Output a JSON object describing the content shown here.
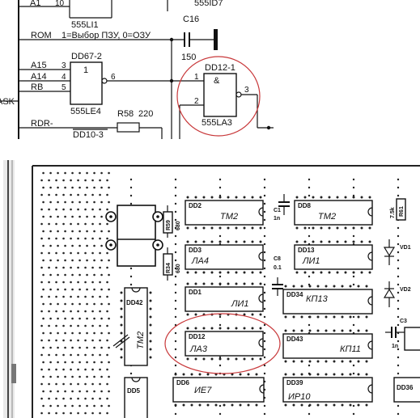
{
  "schematic": {
    "top_signal": "A1",
    "top_pin": "10",
    "top_part": "555LI1",
    "top_right_part": "555ID7",
    "rom_label": "ROM",
    "rom_note": "1=Выбор ПЗУ, 0=ОЗУ",
    "cap_name": "C16",
    "cap_value": "150",
    "gate1_ref": "DD67-2",
    "gate1_sym": "1",
    "gate1_part": "555LE4",
    "gate1_inputs": [
      {
        "label": "A15",
        "pin": "3"
      },
      {
        "label": "A14",
        "pin": "4"
      },
      {
        "label": "RB",
        "pin": "5"
      }
    ],
    "gate1_out_pin": "6",
    "gate2_ref": "DD12-1",
    "gate2_sym": "&",
    "gate2_part": "555LA3",
    "gate2_in_pins": [
      "1",
      "2"
    ],
    "gate2_out_pin": "3",
    "left_cut_label": "ASK",
    "rdr_label": "RDR-",
    "res_name": "R58",
    "res_value": "220",
    "dd103_label": "DD10-3"
  },
  "board": {
    "chips": [
      {
        "ref": "DD2",
        "type": "ТМ2"
      },
      {
        "ref": "DD8",
        "type": "ТМ2"
      },
      {
        "ref": "DD3",
        "type": "ЛА4"
      },
      {
        "ref": "DD13",
        "type": "ЛИ1"
      },
      {
        "ref": "DD1",
        "type": "ЛИ1"
      },
      {
        "ref": "DD34",
        "type": "КП13"
      },
      {
        "ref": "DD12",
        "type": "ЛА3"
      },
      {
        "ref": "DD43",
        "type": "КП11"
      },
      {
        "ref": "DD6",
        "type": "ИЕ7"
      },
      {
        "ref": "DD39",
        "type": "ИР10"
      },
      {
        "ref": "DD42",
        "type": "ТМ2"
      },
      {
        "ref": "DD5",
        "type": ""
      },
      {
        "ref": "DD36",
        "type": ""
      }
    ],
    "parts": [
      {
        "ref": "R59",
        "value": "680"
      },
      {
        "ref": "R34",
        "value": "680"
      },
      {
        "ref": "C1",
        "value": "1n"
      },
      {
        "ref": "C8",
        "value": "0.1"
      },
      {
        "ref": "C3",
        "value": "1n"
      },
      {
        "ref": "R61",
        "value": "7.5k"
      },
      {
        "ref": "VD1",
        "value": ""
      },
      {
        "ref": "VD2",
        "value": ""
      }
    ]
  },
  "colors": {
    "ink": "#111111",
    "highlight": "#c8383a",
    "paper": "#ffffff",
    "board": "#fdfdfd"
  }
}
